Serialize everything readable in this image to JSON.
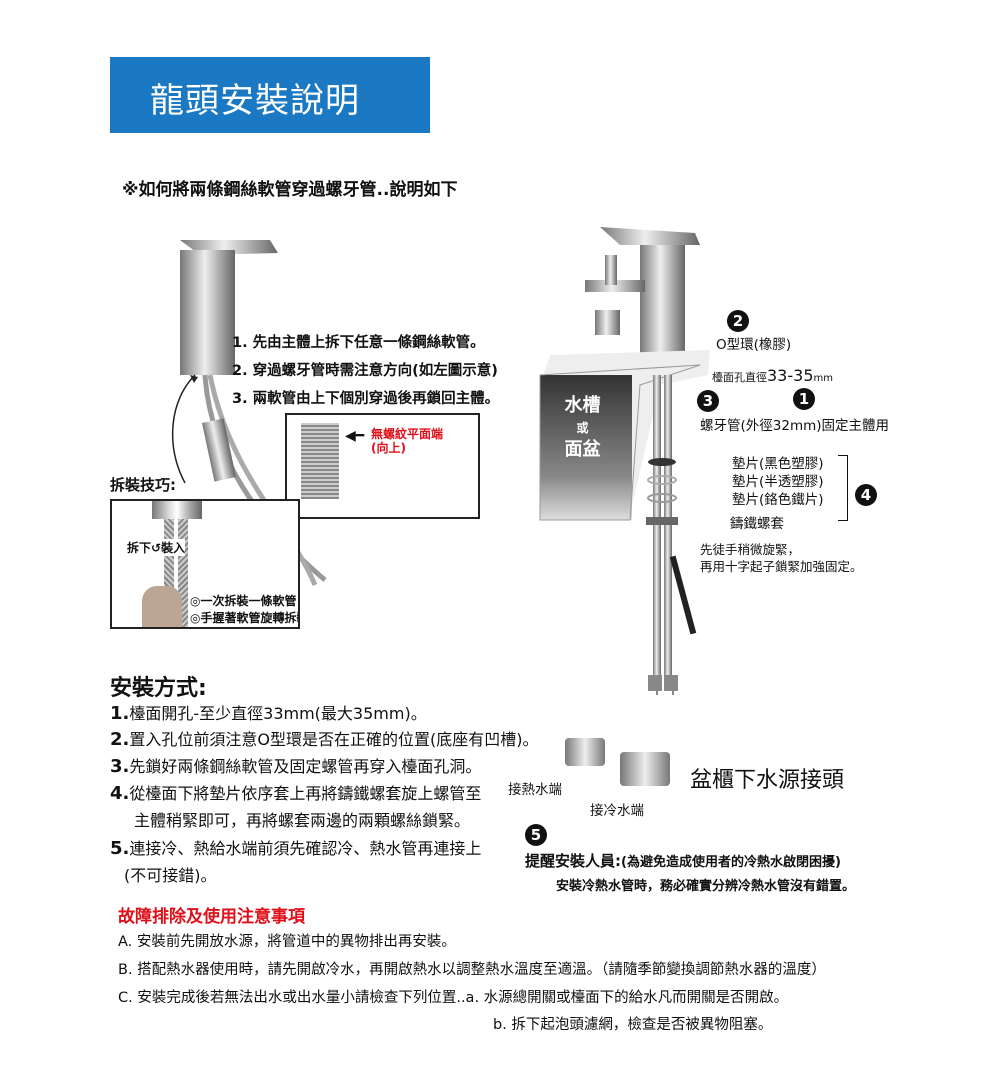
{
  "title": "龍頭安裝說明",
  "subtitle": "※如何將兩條鋼絲軟管穿過螺牙管..說明如下",
  "left_steps": [
    "1. 先由主體上拆下任意一條鋼絲軟管。",
    "2. 穿過螺牙管時需注意方向(如左圖示意)",
    "3. 兩軟管由上下個別穿過後再鎖回主體。"
  ],
  "pipe_note": [
    "無螺紋平面端",
    "(向上)"
  ],
  "tips": {
    "heading": "拆裝技巧:",
    "remove": "拆下",
    "install": "裝入",
    "notes": [
      "◎一次拆裝一條軟管",
      "◎手握著軟管旋轉拆裝"
    ]
  },
  "sink": {
    "line1": "水槽",
    "line2": "或",
    "line3": "面盆"
  },
  "parts": {
    "n1": "1",
    "n2": "2",
    "n3": "3",
    "n4": "4",
    "n5": "5",
    "oring": "O型環(橡膠)",
    "hole_label": "檯面孔直徑",
    "hole_value": "33-35",
    "hole_unit": "mm",
    "thread": "螺牙管(外徑32mm)固定主體用",
    "washers": [
      "墊片(黑色塑膠)",
      "墊片(半透塑膠)",
      "墊片(鉻色鐵片)"
    ],
    "nut": "鑄鐵螺套",
    "tighten": [
      "先徒手稍微旋緊，",
      "再用十字起子鎖緊加強固定。"
    ]
  },
  "valves": {
    "hot": "接熱水端",
    "cold": "接冷水端",
    "title": "盆櫃下水源接頭"
  },
  "reminder": {
    "label": "提醒安裝人員:",
    "paren": "(為避免造成使用者的冷熱水啟閉困擾)",
    "line2": "安裝冷熱水管時，務必確實分辨冷熱水管沒有錯置。"
  },
  "install": {
    "heading": "安裝方式:",
    "items": [
      {
        "n": "1.",
        "t": "檯面開孔-至少直徑33mm(最大35mm)。"
      },
      {
        "n": "2.",
        "t": "置入孔位前須注意O型環是否在正確的位置(底座有凹槽)。"
      },
      {
        "n": "3.",
        "t": "先鎖好兩條鋼絲軟管及固定螺管再穿入檯面孔洞。"
      },
      {
        "n": "4.",
        "t": "從檯面下將墊片依序套上再將鑄鐵螺套旋上螺管至",
        "t2": "主體稍緊即可，再將螺套兩邊的兩顆螺絲鎖緊。"
      },
      {
        "n": "5.",
        "t": "連接冷、熱給水端前須先確認冷、熱水管再連接上",
        "t2": "(不可接錯)。"
      }
    ]
  },
  "trouble": {
    "heading": "故障排除及使用注意事項",
    "items": [
      "A. 安裝前先開放水源，將管道中的異物排出再安裝。",
      "B. 搭配熱水器使用時，請先開啟冷水，再開啟熱水以調整熱水溫度至適溫。（請隨季節變換調節熱水器的溫度）",
      "C. 安裝完成後若無法出水或出水量小請檢查下列位置..a. 水源總開關或檯面下的給水凡而開關是否開啟。",
      "b. 拆下起泡頭濾網，檢查是否被異物阻塞。"
    ]
  },
  "colors": {
    "title_bg": "#1b78c2",
    "accent_red": "#e0101a"
  }
}
